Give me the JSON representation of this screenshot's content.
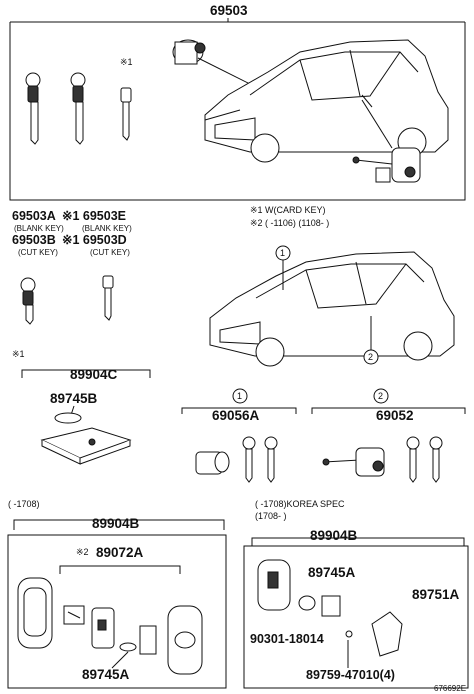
{
  "top_group": {
    "part_no": "69503"
  },
  "marks": {
    "star1": "※1",
    "star2": "※2",
    "circle1": "1",
    "circle2": "2"
  },
  "key_labels": {
    "line1_a": "69503A",
    "line1_b": "※1 69503E",
    "line2_a": "(BLANK KEY)",
    "line2_b": "(BLANK KEY)",
    "line3_a": "69503B",
    "line3_b": "※1 69503D",
    "line4_a": "(CUT KEY)",
    "line4_b": "(CUT KEY)"
  },
  "notes": {
    "note1": "※1 W(CARD KEY)",
    "note2": "※2 (      -1106) (1108-      )"
  },
  "card_key_group": {
    "mark": "※1",
    "part_no": "89904C",
    "battery_part": "89745B"
  },
  "cylinder_group_1": {
    "part_no": "69056A"
  },
  "cylinder_group_2": {
    "part_no": "69052"
  },
  "box_left": {
    "date_range": "(      -1708)",
    "part_no": "89904B",
    "sub_mark": "※2",
    "sub_part": "89072A",
    "battery_part": "89745A"
  },
  "box_right": {
    "date_range_1": "(      -1708)KOREA SPEC",
    "date_range_2": "(1708-      )",
    "part_no": "89904B",
    "battery_part": "89745A",
    "cover_part": "89751A",
    "screw_part": "90301-18014",
    "case_part": "89759-47010(4)"
  },
  "diagram_id": "676692E"
}
